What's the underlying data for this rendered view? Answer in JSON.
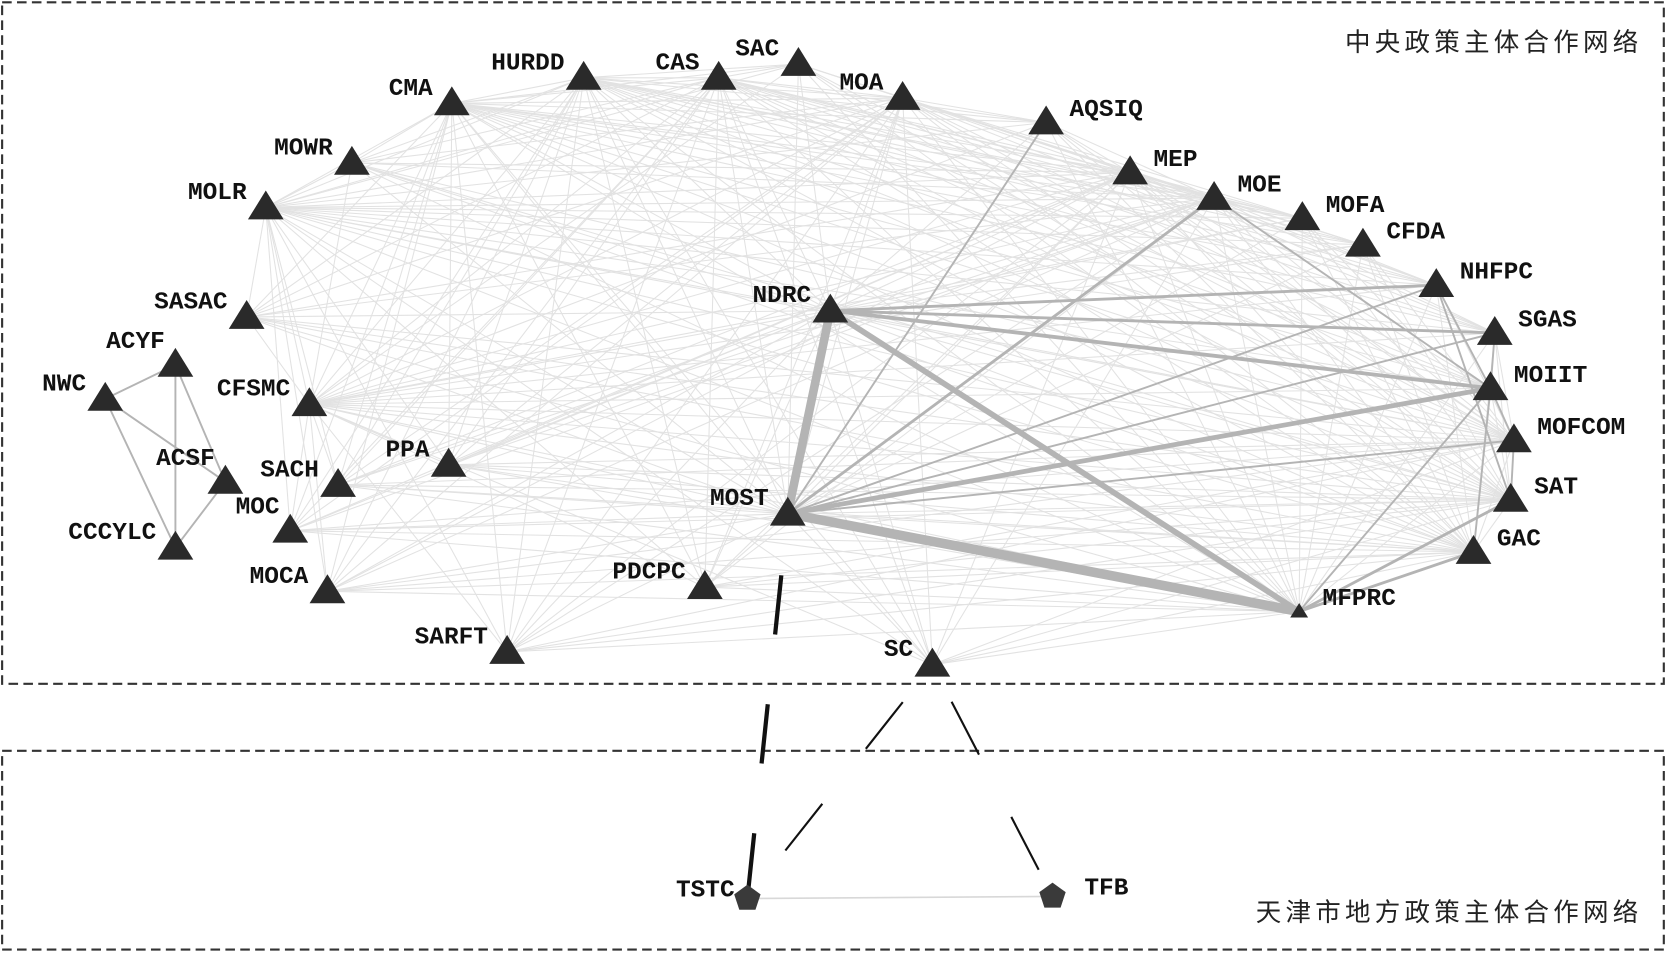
{
  "titles": {
    "central": "中央政策主体合作网络",
    "local": "天津市地方政策主体合作网络"
  },
  "colors": {
    "node": "#2a2a2a",
    "edge_light": "#e2e2e2",
    "edge_mid": "#b4b4b4",
    "cross_edge": "#111111",
    "border": "#333333"
  },
  "central_nodes": [
    "HURDD",
    "CAS",
    "SAC",
    "MOA",
    "CMA",
    "AQSIQ",
    "MEP",
    "MOE",
    "MOFA",
    "CFDA",
    "NHFPC",
    "SGAS",
    "MOIIT",
    "MOFCOM",
    "SAT",
    "GAC",
    "MFPRC",
    "MOWR",
    "MOLR",
    "SASAC",
    "NDRC",
    "ACYF",
    "NWC",
    "CFSMC",
    "PPA",
    "SACH",
    "ACSF",
    "MOC",
    "CCCYLC",
    "MOCA",
    "PDCPC",
    "SARFT",
    "MOST",
    "SC"
  ],
  "local_nodes": [
    "TSTC",
    "TFB"
  ],
  "strong_edges": [
    [
      "MOST",
      "MFPRC",
      10
    ],
    [
      "NDRC",
      "MOST",
      9
    ],
    [
      "NDRC",
      "MFPRC",
      6
    ],
    [
      "MOST",
      "MOIIT",
      5
    ],
    [
      "MOST",
      "MOE",
      3
    ],
    [
      "NDRC",
      "MOIIT",
      4
    ],
    [
      "NDRC",
      "NHFPC",
      3
    ],
    [
      "NDRC",
      "SGAS",
      3
    ],
    [
      "MOST",
      "NHFPC",
      2
    ],
    [
      "MOST",
      "SGAS",
      2
    ],
    [
      "MOST",
      "MOFCOM",
      2
    ],
    [
      "MOST",
      "AQSIQ",
      2
    ],
    [
      "MOE",
      "MOIIT",
      2
    ],
    [
      "NHFPC",
      "MOIIT",
      2
    ],
    [
      "NHFPC",
      "SAT",
      2
    ],
    [
      "MOIIT",
      "GAC",
      2
    ],
    [
      "MOIIT",
      "MFPRC",
      2
    ],
    [
      "MFPRC",
      "SAT",
      3
    ],
    [
      "MFPRC",
      "GAC",
      3
    ],
    [
      "SGAS",
      "MOIIT",
      2
    ],
    [
      "MOFCOM",
      "SAT",
      2
    ],
    [
      "MOIIT",
      "MOFCOM",
      2
    ],
    [
      "NWC",
      "ACYF",
      2
    ],
    [
      "NWC",
      "ACSF",
      2
    ],
    [
      "NWC",
      "CCCYLC",
      2
    ],
    [
      "ACYF",
      "CCCYLC",
      2
    ],
    [
      "ACYF",
      "ACSF",
      2
    ],
    [
      "ACSF",
      "CCCYLC",
      2
    ]
  ],
  "cross_edges": [
    [
      "MOST",
      "TSTC"
    ],
    [
      "SC",
      "TSTC"
    ],
    [
      "SC",
      "TFB"
    ]
  ],
  "local_edges": [
    [
      "TSTC",
      "TFB"
    ]
  ]
}
